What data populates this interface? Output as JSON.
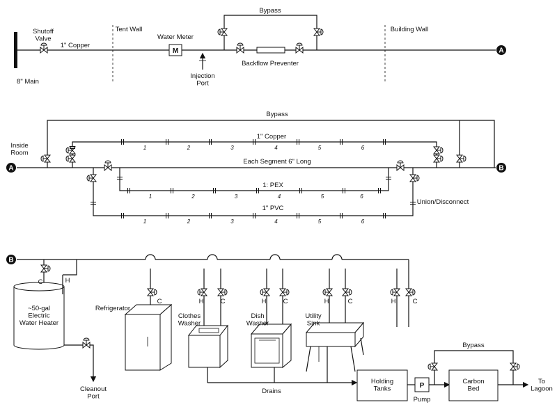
{
  "section1": {
    "shutoff_valve": "Shutoff\nValve",
    "main": "8\" Main",
    "pipe": "1\" Copper",
    "tent_wall": "Tent Wall",
    "water_meter": "Water Meter",
    "meter_symbol": "M",
    "injection_port": "Injection\nPort",
    "bypass": "Bypass",
    "backflow": "Backflow Preventer",
    "building_wall": "Building Wall",
    "connector": "A"
  },
  "section2": {
    "inside_room": "Inside\nRoom",
    "bypass": "Bypass",
    "copper": "1\" Copper",
    "segment_note": "Each Segment 6\" Long",
    "pex": "1: PEX",
    "pvc": "1\" PVC",
    "union": "Union/Disconnect",
    "connector_in": "A",
    "connector_out": "B",
    "segment_numbers": [
      "1",
      "2",
      "3",
      "4",
      "5",
      "6"
    ]
  },
  "section3": {
    "connector": "B",
    "cold": "C",
    "hot": "H",
    "water_heater": "~50-gal\nElectric\nWater Heater",
    "cleanout": "Cleanout\nPort",
    "refrigerator": "Refrigerator",
    "clothes_washer": "Clothes\nWasher",
    "dish_washer": "Dish\nWasher",
    "utility_sink": "Utility\nSink",
    "drains": "Drains",
    "holding_tanks": "Holding\nTanks",
    "pump_symbol": "P",
    "pump": "Pump",
    "carbon_bed": "Carbon\nBed",
    "bypass": "Bypass",
    "to_lagoon": "To\nLagoon"
  }
}
